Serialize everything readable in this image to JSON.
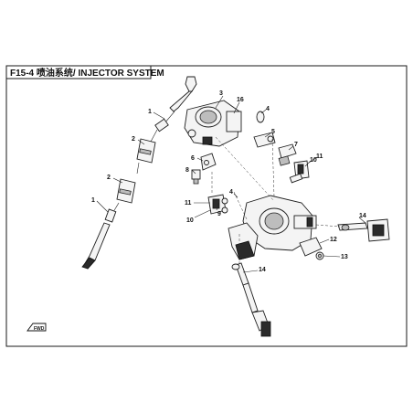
{
  "header": {
    "title": "F15-4 喷油系统/ INJECTOR SYSTEM"
  },
  "callouts": [
    {
      "id": "c1a",
      "label": "1"
    },
    {
      "id": "c2a",
      "label": "2"
    },
    {
      "id": "c2b",
      "label": "2"
    },
    {
      "id": "c1b",
      "label": "1"
    },
    {
      "id": "c3",
      "label": "3"
    },
    {
      "id": "c16",
      "label": "16"
    },
    {
      "id": "c4",
      "label": "4"
    },
    {
      "id": "c5",
      "label": "5"
    },
    {
      "id": "c7",
      "label": "7"
    },
    {
      "id": "c6",
      "label": "6"
    },
    {
      "id": "c8",
      "label": "8"
    },
    {
      "id": "c10a",
      "label": "10"
    },
    {
      "id": "c11a",
      "label": "11"
    },
    {
      "id": "c11b",
      "label": "11"
    },
    {
      "id": "c4b",
      "label": "4"
    },
    {
      "id": "c10b",
      "label": "10"
    },
    {
      "id": "c9",
      "label": "9"
    },
    {
      "id": "c14a",
      "label": "14"
    },
    {
      "id": "c12",
      "label": "12"
    },
    {
      "id": "c13",
      "label": "13"
    },
    {
      "id": "c14b",
      "label": "14"
    }
  ],
  "direction_badge": {
    "label": "FWD"
  }
}
